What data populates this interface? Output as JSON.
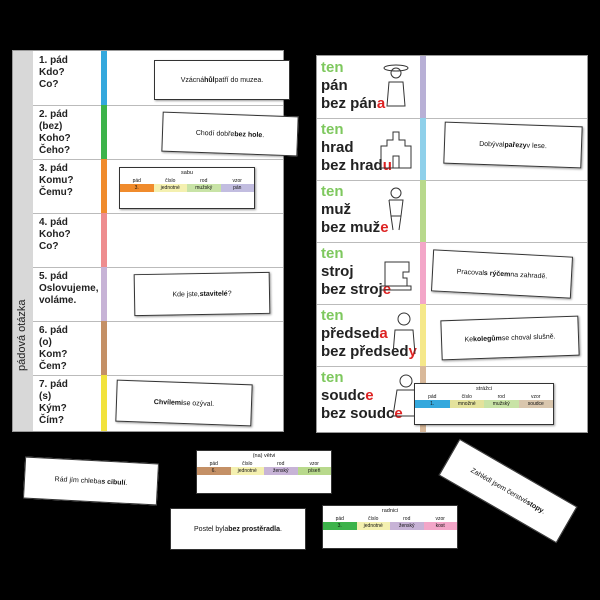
{
  "left_sheet": {
    "side_label": "pádová otázka",
    "rows": [
      {
        "q": "1. pád\nKdo?\nCo?",
        "color": "#34a8dd"
      },
      {
        "q": "2. pád\n(bez)\nKoho?\nČeho?",
        "color": "#3cb34a"
      },
      {
        "q": "3. pád\nKomu?\nČemu?",
        "color": "#f08b2c"
      },
      {
        "q": "4. pád\nKoho?\nCo?",
        "color": "#ee8d8f"
      },
      {
        "q": "5. pád\nOslovujeme,\nvoláme.",
        "color": "#c7b3d6"
      },
      {
        "q": "6. pád\n(o)\nKom?\nČem?",
        "color": "#c49066"
      },
      {
        "q": "7. pád\n(s)\nKým?\nČím?",
        "color": "#f2e33c"
      }
    ]
  },
  "right_sheet": {
    "rows": [
      {
        "ten": "ten",
        "word": "pán",
        "bez": "bez pán",
        "end": "a",
        "color": "#b8b0d6",
        "pic": "man-with-hat-icon"
      },
      {
        "ten": "ten",
        "word": "hrad",
        "bez": "bez hrad",
        "end": "u",
        "color": "#8fd0ea",
        "pic": "castle-icon"
      },
      {
        "ten": "ten",
        "word": "muž",
        "bez": "bez muž",
        "end": "e",
        "color": "#b8d98c",
        "pic": "man-standing-icon"
      },
      {
        "ten": "ten",
        "word": "stroj",
        "bez": "bez stroj",
        "end": "e",
        "color": "#f3a6c8",
        "pic": "sewing-machine-icon"
      },
      {
        "ten": "ten",
        "word": "předsed",
        "word_end": "a",
        "bez": "bez předsed",
        "end": "y",
        "color": "#f5e88a",
        "pic": "chairman-icon"
      },
      {
        "ten": "ten",
        "word": "soudc",
        "word_end": "e",
        "bez": "bez soudc",
        "end": "e",
        "color": "#d9b99a",
        "pic": "judge-icon"
      }
    ]
  },
  "cards": [
    {
      "pre": "Vzácná ",
      "bold": "hůl",
      "post": " patří do muzea."
    },
    {
      "pre": "Chodí dobře ",
      "bold": "bez hole",
      "post": "."
    },
    {
      "pre": "Kde jste, ",
      "bold": "stavitelé",
      "post": "?"
    },
    {
      "pre": "",
      "bold": "Chvílemi",
      "post": " se ozýval."
    },
    {
      "pre": "Dobýval ",
      "bold": "pařezy",
      "post": " v lese."
    },
    {
      "pre": "Pracoval ",
      "bold": "s rýčem",
      "post": " na zahradě."
    },
    {
      "pre": "Ke ",
      "bold": "kolegům",
      "post": " se choval slušně."
    },
    {
      "pre": "Rád jím chleba ",
      "bold": "s cibulí",
      "post": "."
    },
    {
      "pre": "Postel byla ",
      "bold": "bez prostěradla",
      "post": "."
    },
    {
      "pre": "Zahlédl jsem čerstvé ",
      "bold": "stopy",
      "post": "."
    }
  ],
  "minis": [
    {
      "title": "sabu",
      "headers": [
        "pád",
        "číslo",
        "rod",
        "vzor"
      ],
      "values": [
        "3.",
        "jednotné",
        "mužský",
        "pán"
      ],
      "colors": [
        "#f08b2c",
        "#f4f0b0",
        "#c8e3a6",
        "#c2bde0"
      ]
    },
    {
      "title": "strážci",
      "headers": [
        "pád",
        "číslo",
        "rod",
        "vzor"
      ],
      "values": [
        "1.",
        "množné",
        "mužský",
        "soudce"
      ],
      "colors": [
        "#34a8dd",
        "#e4e29c",
        "#c8e3a6",
        "#d9c6ad"
      ]
    },
    {
      "title": "(na) větvi",
      "headers": [
        "pád",
        "číslo",
        "rod",
        "vzor"
      ],
      "values": [
        "6.",
        "jednotné",
        "ženský",
        "píseň"
      ],
      "colors": [
        "#c49066",
        "#f4f0b0",
        "#c7b3d6",
        "#b8d98c"
      ]
    },
    {
      "title": "radnici",
      "headers": [
        "pád",
        "číslo",
        "rod",
        "vzor"
      ],
      "values": [
        "3.",
        "jednotné",
        "ženský",
        "kost"
      ],
      "colors": [
        "#3cb34a",
        "#f4f0b0",
        "#c7b3d6",
        "#f3a6c8"
      ]
    }
  ]
}
